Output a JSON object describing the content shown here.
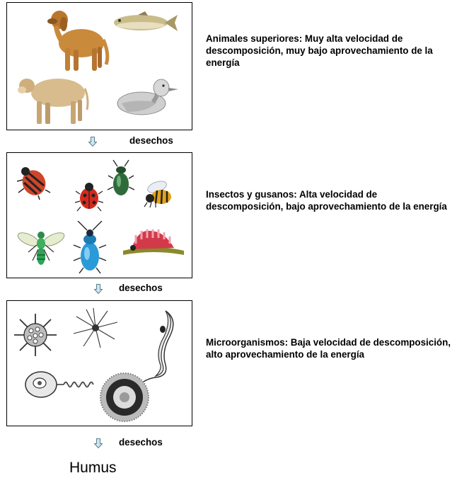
{
  "levels": [
    {
      "description": "Animales superiores: Muy alta velocidad de descomposición, muy bajo aprovechamiento de la energía"
    },
    {
      "description": "Insectos y gusanos: Alta velocidad de descomposición, bajo aprovechamiento de la energía"
    },
    {
      "description": "Microorganismos: Baja velocidad de descomposición, alto aprovechamiento de la energía"
    }
  ],
  "waste_label": "desechos",
  "final_product": "Humus",
  "icons": [
    "dog-icon",
    "fish-icon",
    "cow-icon",
    "duck-icon",
    "striped-beetle-icon",
    "ladybug-icon",
    "green-beetle-icon",
    "bee-icon",
    "wasp-icon",
    "blue-beetle-icon",
    "caterpillar-icon",
    "radiolarian-icon",
    "heliozoan-icon",
    "trypanosome-icon",
    "flagellate-icon",
    "spore-icon"
  ],
  "colors": {
    "arrow_fill": "#cfe6ef",
    "arrow_stroke": "#5b7f8c",
    "border": "#000000"
  }
}
